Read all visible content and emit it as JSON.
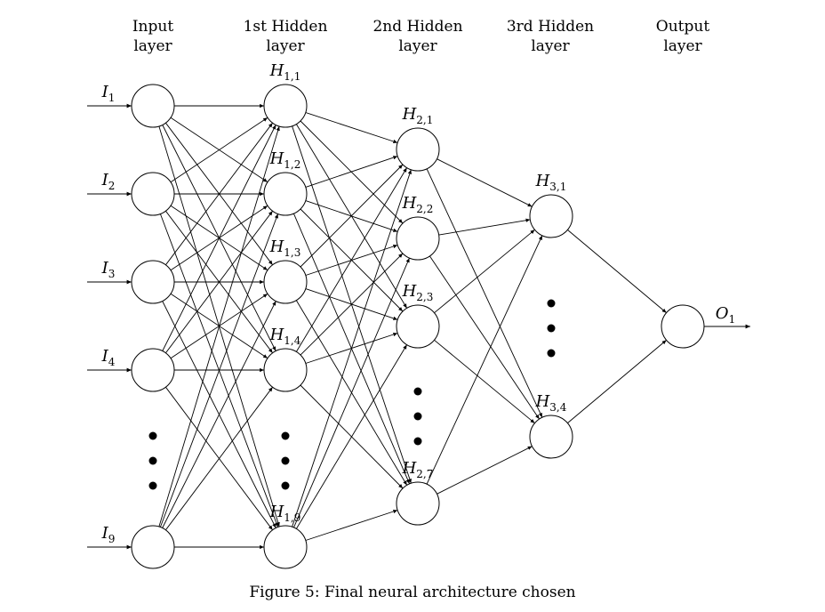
{
  "layers": [
    {
      "title_line1": "Input",
      "title_line2": "layer"
    },
    {
      "title_line1": "1st Hidden",
      "title_line2": "layer"
    },
    {
      "title_line1": "2nd Hidden",
      "title_line2": "layer"
    },
    {
      "title_line1": "3rd Hidden",
      "title_line2": "layer"
    },
    {
      "title_line1": "Output",
      "title_line2": "layer"
    }
  ],
  "caption": "Figure 5: Final neural architecture chosen",
  "nodes": {
    "input": [
      {
        "letter": "I",
        "sub": "1"
      },
      {
        "letter": "I",
        "sub": "2"
      },
      {
        "letter": "I",
        "sub": "3"
      },
      {
        "letter": "I",
        "sub": "4"
      },
      {
        "letter": "I",
        "sub": "9"
      }
    ],
    "hidden1": [
      {
        "letter": "H",
        "sub": "1,1"
      },
      {
        "letter": "H",
        "sub": "1,2"
      },
      {
        "letter": "H",
        "sub": "1,3"
      },
      {
        "letter": "H",
        "sub": "1,4"
      },
      {
        "letter": "H",
        "sub": "1,9"
      }
    ],
    "hidden2": [
      {
        "letter": "H",
        "sub": "2,1"
      },
      {
        "letter": "H",
        "sub": "2,2"
      },
      {
        "letter": "H",
        "sub": "2,3"
      },
      {
        "letter": "H",
        "sub": "2,7"
      }
    ],
    "hidden3": [
      {
        "letter": "H",
        "sub": "3,1"
      },
      {
        "letter": "H",
        "sub": "3,4"
      }
    ],
    "output": [
      {
        "letter": "O",
        "sub": "1"
      }
    ]
  }
}
